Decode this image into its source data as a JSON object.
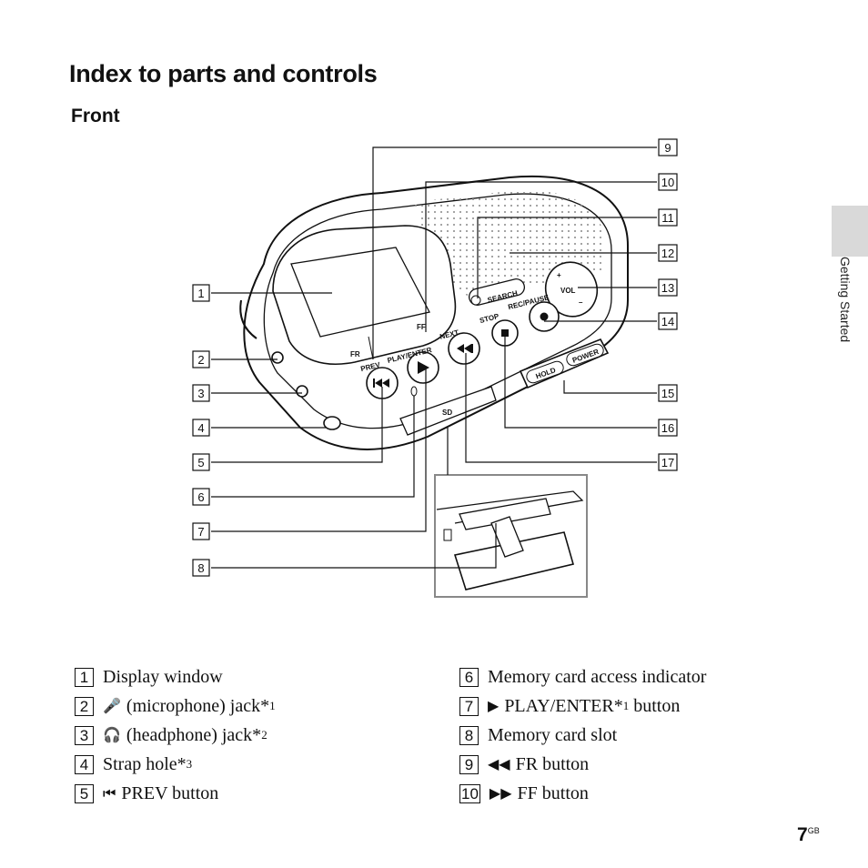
{
  "header": {
    "title": "Index to parts and controls",
    "subtitle": "Front"
  },
  "side_tab": {
    "label": "Getting Started"
  },
  "device_labels": {
    "search": "SEARCH",
    "vol": "VOL",
    "plus": "+",
    "minus": "–",
    "stop": "STOP",
    "rec_pause": "REC/PAUSE",
    "prev": "PREV",
    "play_enter": "PLAY/ENTER",
    "next": "NEXT",
    "fr": "FR",
    "ff": "FF",
    "hold": "HOLD",
    "power": "POWER",
    "sd": "SD"
  },
  "callouts": {
    "c1": "1",
    "c2": "2",
    "c3": "3",
    "c4": "4",
    "c5": "5",
    "c6": "6",
    "c7": "7",
    "c8": "8",
    "c9": "9",
    "c10": "10",
    "c11": "11",
    "c12": "12",
    "c13": "13",
    "c14": "14",
    "c15": "15",
    "c16": "16",
    "c17": "17"
  },
  "legend_left": [
    {
      "num": "1",
      "symbol": "",
      "text": "Display window",
      "sup": "",
      "suffix": ""
    },
    {
      "num": "2",
      "symbol": "🎤",
      "text": "(microphone) jack*",
      "sup": "1",
      "suffix": ""
    },
    {
      "num": "3",
      "symbol": "🎧",
      "text": "(headphone) jack*",
      "sup": "2",
      "suffix": ""
    },
    {
      "num": "4",
      "symbol": "",
      "text": "Strap hole*",
      "sup": "3",
      "suffix": ""
    },
    {
      "num": "5",
      "symbol": "⏮",
      "text": "PREV button",
      "sup": "",
      "suffix": ""
    }
  ],
  "legend_right": [
    {
      "num": "6",
      "symbol": "",
      "text": "Memory card access indicator",
      "sup": "",
      "suffix": ""
    },
    {
      "num": "7",
      "symbol": "▶",
      "text": "PLAY/ENTER*",
      "sup": "1",
      "suffix": " button"
    },
    {
      "num": "8",
      "symbol": "",
      "text": "Memory card slot",
      "sup": "",
      "suffix": ""
    },
    {
      "num": "9",
      "symbol": "◀◀",
      "text": "FR button",
      "sup": "",
      "suffix": ""
    },
    {
      "num": "10",
      "symbol": "▶▶",
      "text": "FF button",
      "sup": "",
      "suffix": ""
    }
  ],
  "footer": {
    "page": "7",
    "page_suffix": "GB"
  }
}
